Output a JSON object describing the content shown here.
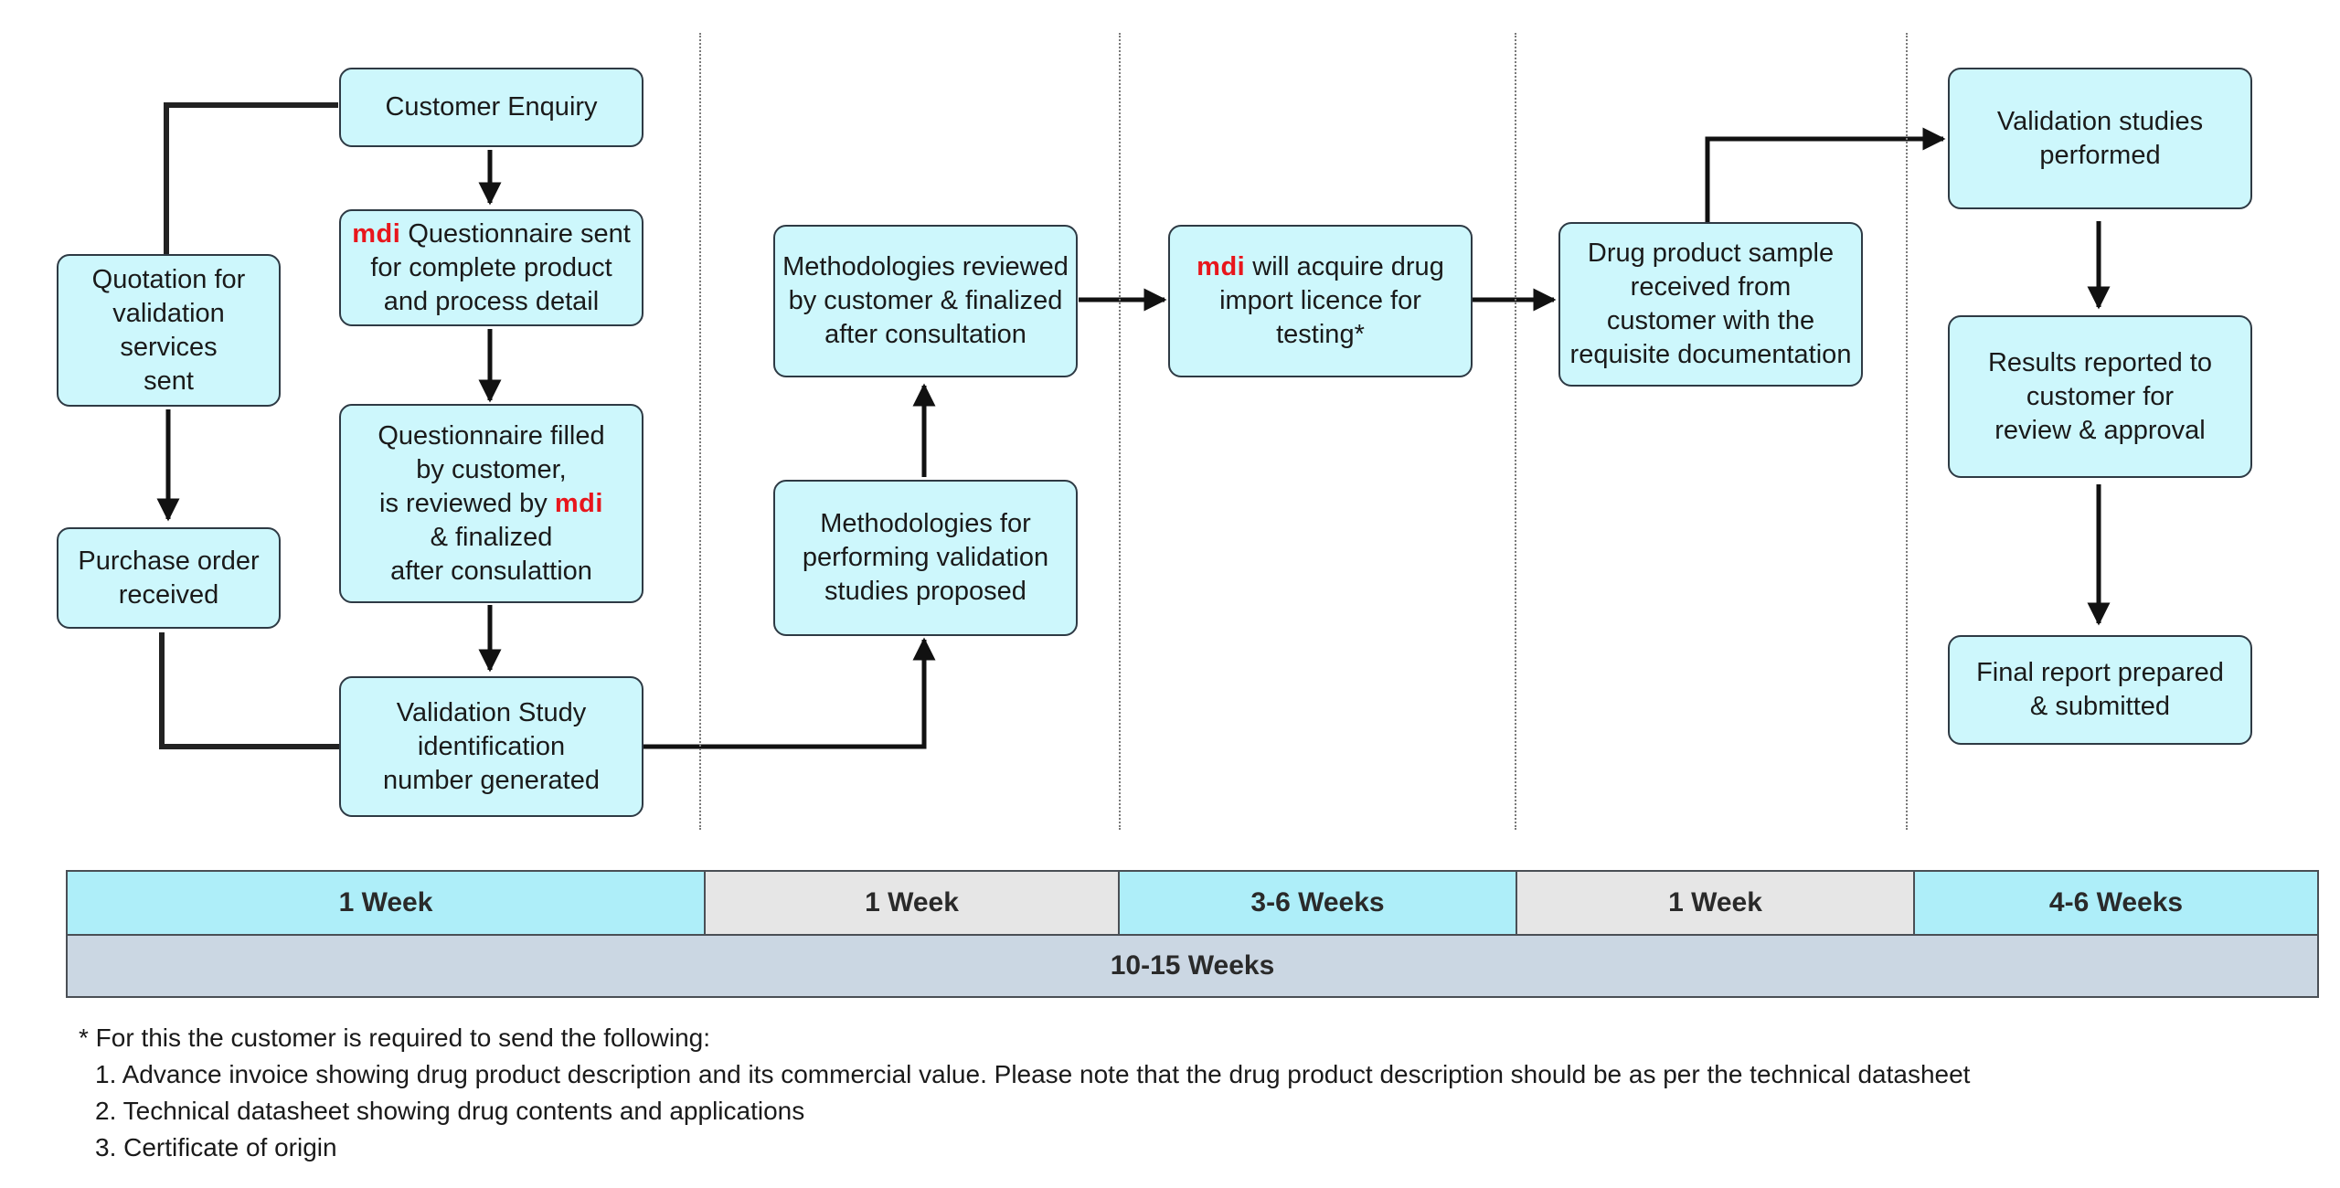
{
  "brand": {
    "name": "mdi",
    "color": "#e8161c"
  },
  "colors": {
    "box_fill": "#cdf7fc",
    "box_border": "#2e3a44",
    "timeline_cyan": "#aeeef9",
    "timeline_grey": "#e6e6e6",
    "timeline_total": "#cbd7e3",
    "arrow": "#111111"
  },
  "boxes": {
    "customer_enquiry": {
      "text": "Customer Enquiry"
    },
    "questionnaire_sent": {
      "brand": "mdi",
      "text": " Questionnaire sent\nfor complete product\nand process detail"
    },
    "questionnaire_filled": {
      "before": "Questionnaire filled\nby customer,\nis reviewed by ",
      "brand": "mdi",
      "after": "\n& finalized\nafter consulattion"
    },
    "validation_study_id": {
      "text": "Validation Study\nidentification\nnumber generated"
    },
    "quotation": {
      "text": "Quotation for\nvalidation\nservices\nsent"
    },
    "purchase_order": {
      "text": "Purchase order\nreceived"
    },
    "methodologies_reviewed": {
      "text": "Methodologies reviewed\nby customer & finalized\nafter consultation"
    },
    "methodologies_proposed": {
      "text": "Methodologies for\nperforming validation\nstudies proposed"
    },
    "import_licence": {
      "brand": "mdi",
      "text": " will acquire drug\nimport licence for\ntesting*"
    },
    "sample_received": {
      "text": "Drug product sample\nreceived from\ncustomer with the\nrequisite documentation"
    },
    "validation_performed": {
      "text": "Validation studies\nperformed"
    },
    "results_reported": {
      "text": "Results reported to\ncustomer for\nreview & approval"
    },
    "final_report": {
      "text": "Final report prepared\n& submitted"
    }
  },
  "timeline": {
    "phases": [
      "1 Week",
      "1 Week",
      "3-6 Weeks",
      "1 Week",
      "4-6 Weeks"
    ],
    "total": "10-15 Weeks"
  },
  "footnote": {
    "intro": "* For this the customer is required to send  the following:",
    "items": [
      "1. Advance invoice showing drug product description and its commercial value. Please note that the drug product description should be as per the technical datasheet",
      "2. Technical datasheet showing drug contents and applications",
      "3. Certificate of origin"
    ]
  }
}
